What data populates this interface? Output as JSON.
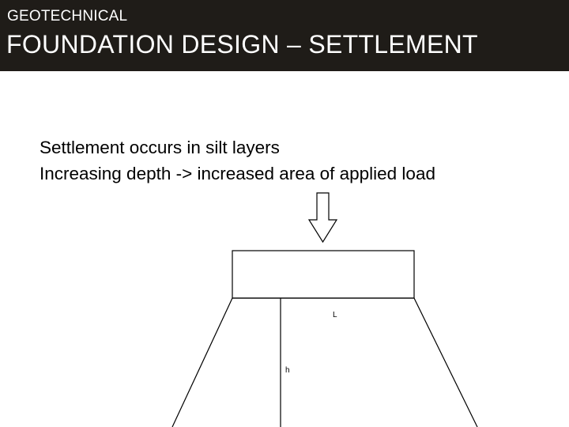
{
  "header": {
    "kicker": "GEOTECHNICAL",
    "title": "FOUNDATION DESIGN – SETTLEMENT"
  },
  "body": {
    "lines": [
      "Settlement occurs in silt layers",
      "Increasing depth -> increased area of applied load"
    ]
  },
  "diagram": {
    "width_label": "L",
    "depth_label": "h"
  },
  "colors": {
    "header_background": "#1f1c18",
    "header_text": "#ffffff",
    "body_text": "#000000",
    "line_color": "#000000"
  }
}
